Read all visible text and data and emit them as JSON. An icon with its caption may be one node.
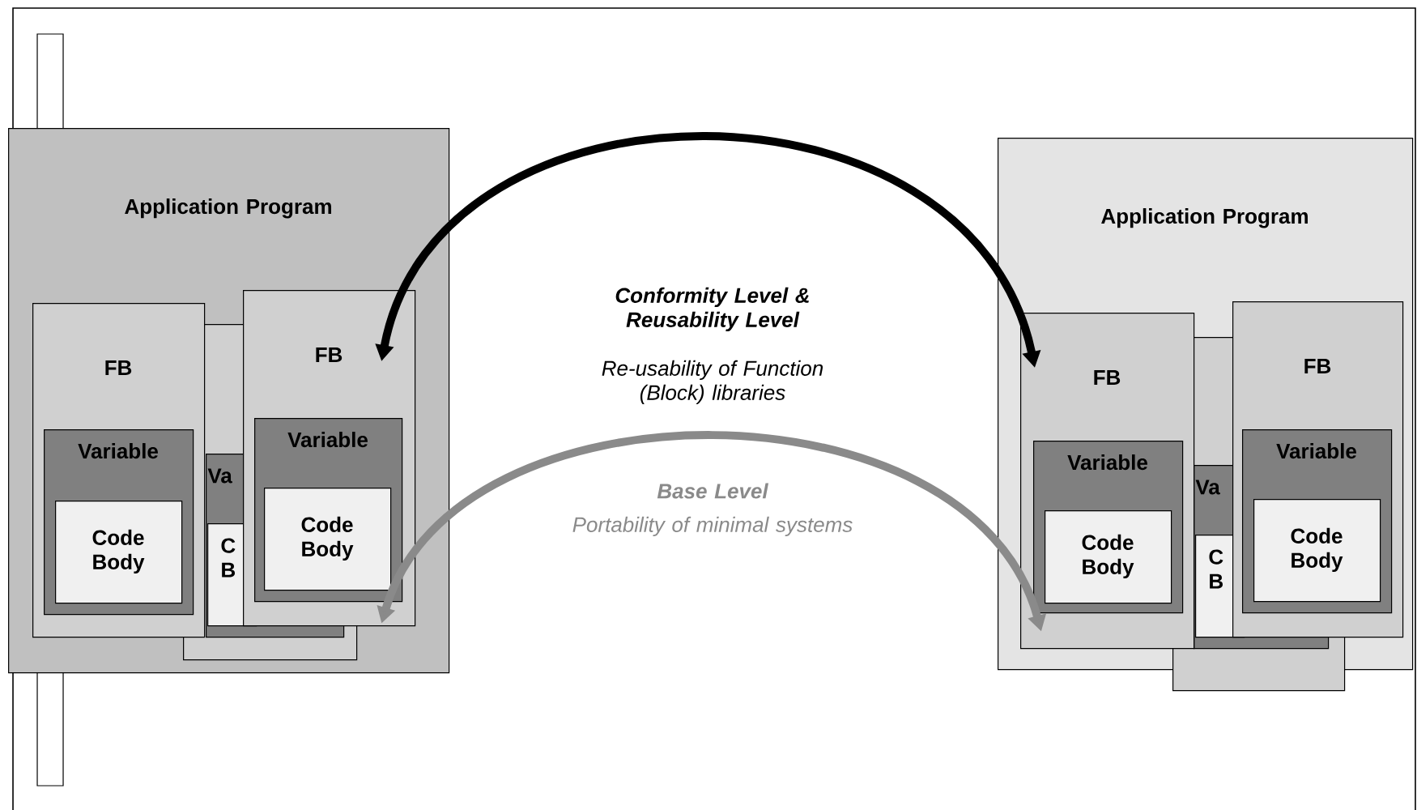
{
  "diagram": {
    "nodes": [
      {
        "text": [
          "Application Program"
        ]
      },
      {
        "text": [
          "FB"
        ],
        "in": 0
      },
      {
        "text": [
          "Variable"
        ],
        "in": 1
      },
      {
        "text": [
          "Code Body"
        ],
        "in": 2
      },
      {
        "text": [],
        "shape": "box",
        "in": 0
      },
      {
        "text": [
          "Va"
        ],
        "in": 4
      },
      {
        "text": [
          "C B"
        ],
        "in": 5
      },
      {
        "text": [
          "FB"
        ],
        "in": 0
      },
      {
        "text": [
          "Variable"
        ],
        "in": 7
      },
      {
        "text": [
          "Code Body"
        ],
        "in": 8
      },
      {
        "text": [
          "Application Program"
        ]
      },
      {
        "text": [
          "FB"
        ],
        "in": 10
      },
      {
        "text": [
          "Variable"
        ],
        "in": 11
      },
      {
        "text": [
          "Code Body"
        ],
        "in": 12
      },
      {
        "text": [],
        "shape": "box",
        "in": 10
      },
      {
        "text": [
          "Va"
        ],
        "in": 14
      },
      {
        "text": [
          "C B"
        ],
        "in": 15
      },
      {
        "text": [
          "FB"
        ],
        "in": 10
      },
      {
        "text": [
          "Variable"
        ],
        "in": 17
      },
      {
        "text": [
          "Code Body"
        ],
        "in": 18
      }
    ],
    "edges": [
      {
        "from": 7,
        "to": 11,
        "arrow": "both"
      },
      {
        "from": 9,
        "to": 13,
        "arrow": "both",
        "color": "#8a8a8a"
      }
    ],
    "labels": [
      "Conformity Level & Reusability Level",
      "Re-usability of Function (Block) libraries",
      "Base Level",
      "Portability of minimal systems"
    ]
  }
}
